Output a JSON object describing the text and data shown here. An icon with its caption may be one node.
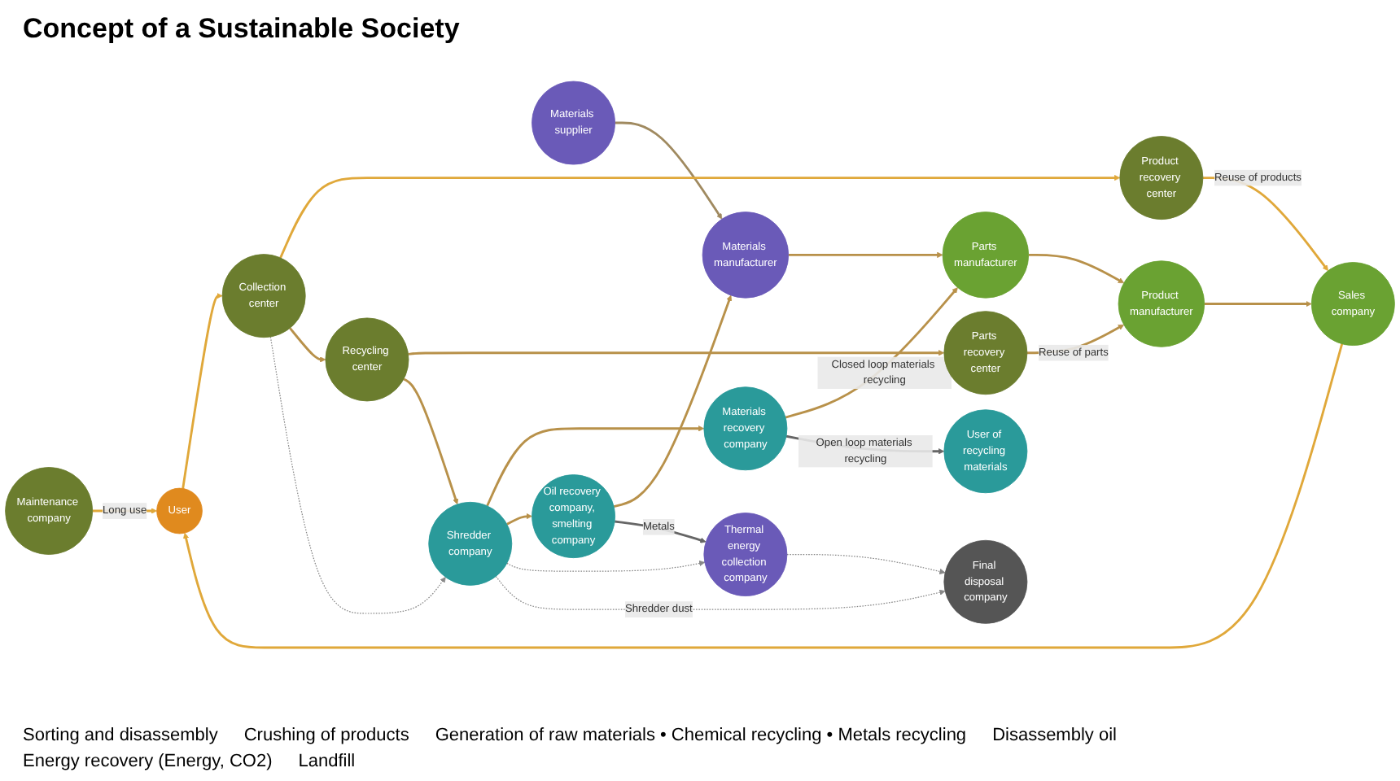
{
  "diagram": {
    "title": "Concept of a Sustainable Society",
    "nodes": [
      {
        "text": [
          "User"
        ]
      },
      {
        "text": [
          "Sales company"
        ]
      },
      {
        "text": [
          "Product manufacturer"
        ]
      },
      {
        "text": [
          "Parts manufacturer"
        ]
      },
      {
        "text": [
          "Materials manufacturer"
        ]
      },
      {
        "text": [
          "Materials supplier"
        ]
      },
      {
        "text": [
          "Maintenance company"
        ]
      },
      {
        "text": [
          "Product recovery center"
        ]
      },
      {
        "text": [
          "Parts recovery center"
        ]
      },
      {
        "text": [
          "Materials recovery company"
        ]
      },
      {
        "text": [
          "User of recycling materials"
        ]
      },
      {
        "text": [
          "Oil recovery company, smelting company"
        ]
      },
      {
        "text": [
          "Collection center"
        ]
      },
      {
        "text": [
          "Recycling center"
        ]
      },
      {
        "text": [
          "Shredder company"
        ]
      },
      {
        "text": [
          "Thermal energy collection company"
        ]
      },
      {
        "text": [
          "Final disposal company"
        ]
      }
    ],
    "edges": [
      {
        "from": 5,
        "to": 4,
        "arrow": "to",
        "color": "#a08a60"
      },
      {
        "from": 4,
        "to": 3,
        "arrow": "to",
        "color": "#b8914a"
      },
      {
        "from": 3,
        "to": 2,
        "arrow": "to",
        "color": "#b8914a"
      },
      {
        "from": 2,
        "to": 1,
        "arrow": "to",
        "color": "#b8914a"
      },
      {
        "from": 1,
        "to": 0,
        "arrow": "to",
        "color": "#e0a83a"
      },
      {
        "from": 6,
        "to": 0,
        "label": "Long use",
        "arrow": "to",
        "color": "#e0a83a"
      },
      {
        "from": 7,
        "to": 1,
        "label": "Reuse of products",
        "arrow": "to",
        "color": "#e0a83a"
      },
      {
        "from": 8,
        "to": 2,
        "label": "Reuse of parts",
        "arrow": "to",
        "color": "#b8914a"
      },
      {
        "from": 9,
        "to": 3,
        "label": "Closed loop materials recycling",
        "arrow": "to",
        "color": "#b8914a"
      },
      {
        "from": 11,
        "to": 4,
        "arrow": "to",
        "color": "#b8914a"
      },
      {
        "from": 0,
        "to": 12,
        "arrow": "to",
        "color": "#e0a83a"
      },
      {
        "from": 12,
        "to": 7,
        "arrow": "to",
        "color": "#e0a83a"
      },
      {
        "from": 12,
        "to": 13,
        "arrow": "to",
        "color": "#b8914a"
      },
      {
        "from": 13,
        "to": 8,
        "arrow": "to",
        "color": "#b8914a"
      },
      {
        "from": 13,
        "to": 14,
        "arrow": "to",
        "color": "#b8914a"
      },
      {
        "from": 14,
        "to": 9,
        "arrow": "to",
        "color": "#b8914a"
      },
      {
        "from": 14,
        "to": 11,
        "arrow": "to",
        "color": "#b8914a"
      },
      {
        "from": 9,
        "to": 10,
        "label": "Open loop materials recycling",
        "arrow": "to",
        "color": "#666666"
      },
      {
        "from": 11,
        "to": 15,
        "label": "Metals",
        "arrow": "to",
        "color": "#666666"
      },
      {
        "from": 12,
        "to": 14,
        "arrow": "to",
        "style": "dashed",
        "color": "#888888"
      },
      {
        "from": 14,
        "to": 15,
        "arrow": "to",
        "style": "dashed",
        "color": "#888888"
      },
      {
        "from": 14,
        "to": 16,
        "label": "Shredder dust",
        "arrow": "to",
        "style": "dashed",
        "color": "#888888"
      },
      {
        "from": 15,
        "to": 16,
        "arrow": "to",
        "style": "dashed",
        "color": "#888888"
      }
    ],
    "labels": [
      "Sorting and disassembly",
      "Crushing of products",
      "Generation of raw materials • Chemical recycling • Metals recycling",
      "Disassembly oil",
      "Energy recovery (Energy, CO2)",
      "Landfill"
    ]
  }
}
